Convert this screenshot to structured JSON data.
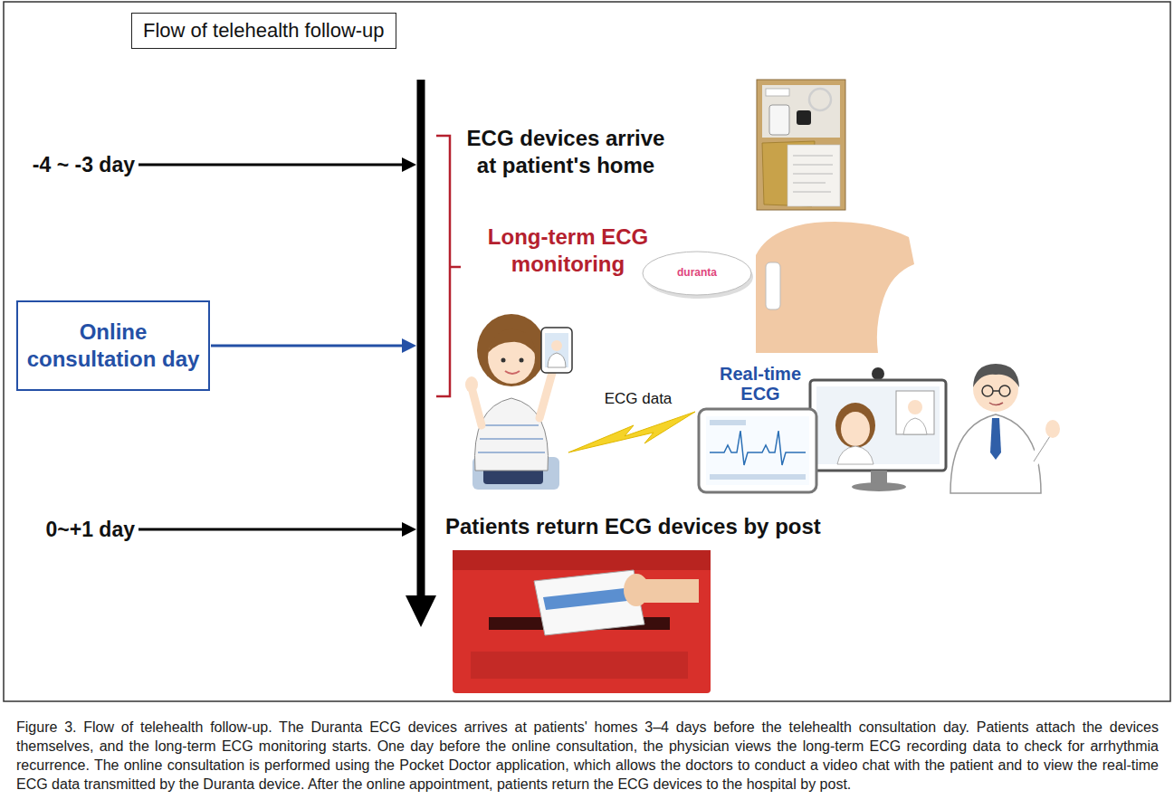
{
  "diagram": {
    "title": "Flow of telehealth follow-up",
    "caption": "Figure 3. Flow of telehealth follow-up. The Duranta ECG devices arrives at patients' homes 3–4 days before the telehealth consultation day. Patients attach the devices themselves, and the long-term ECG monitoring starts. One day before the online consultation, the physician views the long-term ECG recording data to check for arrhythmia recurrence. The online consultation is performed using the Pocket Doctor application, which allows the doctors to conduct a video chat with the patient and to view the real-time ECG data transmitted by the Duranta device. After the online appointment, patients return the ECG devices to the hospital by post.",
    "nodes": [
      {
        "text": [
          "Online consultation day"
        ]
      }
    ],
    "labels": [
      "-4 ~ -3 day",
      "ECG devices arrive at patient's home",
      "Long-term ECG monitoring",
      "duranta",
      "Real-time ECG",
      "ECG data",
      "0~+1 day",
      "Patients return ECG devices by post"
    ]
  }
}
